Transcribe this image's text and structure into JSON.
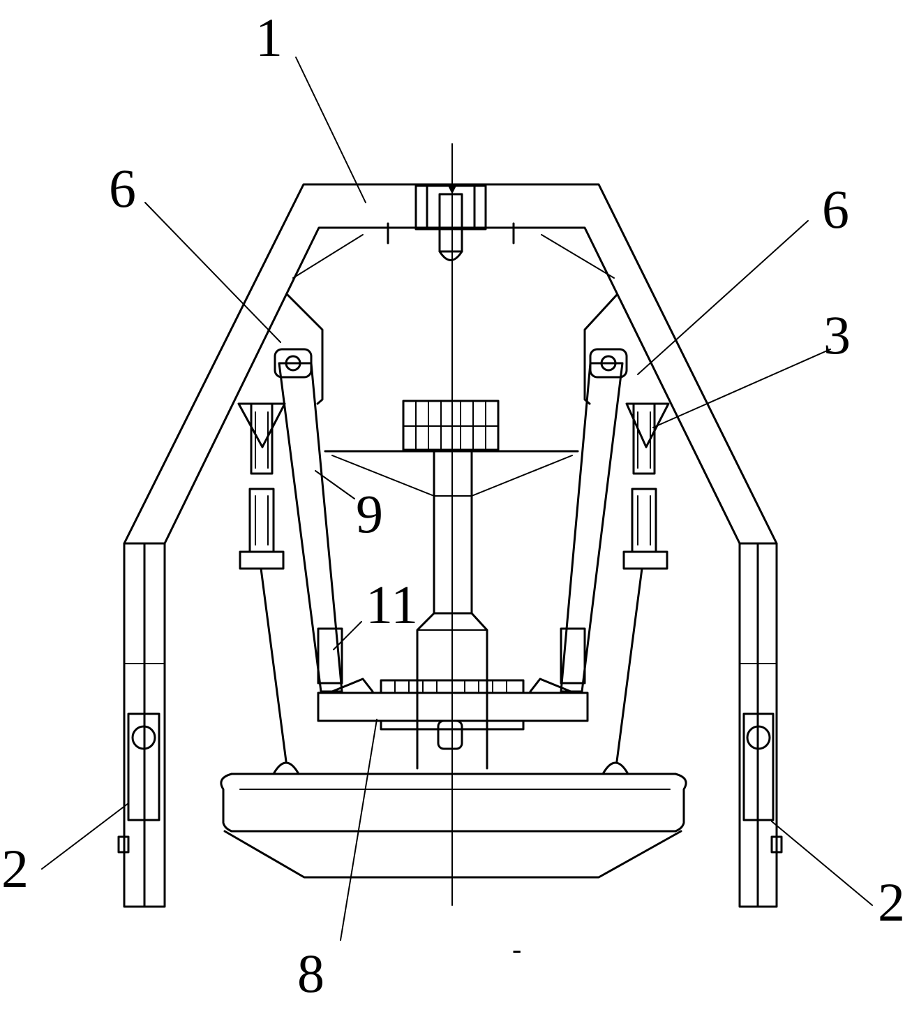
{
  "labels": {
    "part_1": "1",
    "part_2_left": "2",
    "part_2_right": "2",
    "part_3": "3",
    "part_6_left": "6",
    "part_6_right": "6",
    "part_8": "8",
    "part_9": "9",
    "part_11": "11",
    "stray_mark": "-"
  },
  "colors": {
    "line": "#000000",
    "background": "#ffffff"
  }
}
